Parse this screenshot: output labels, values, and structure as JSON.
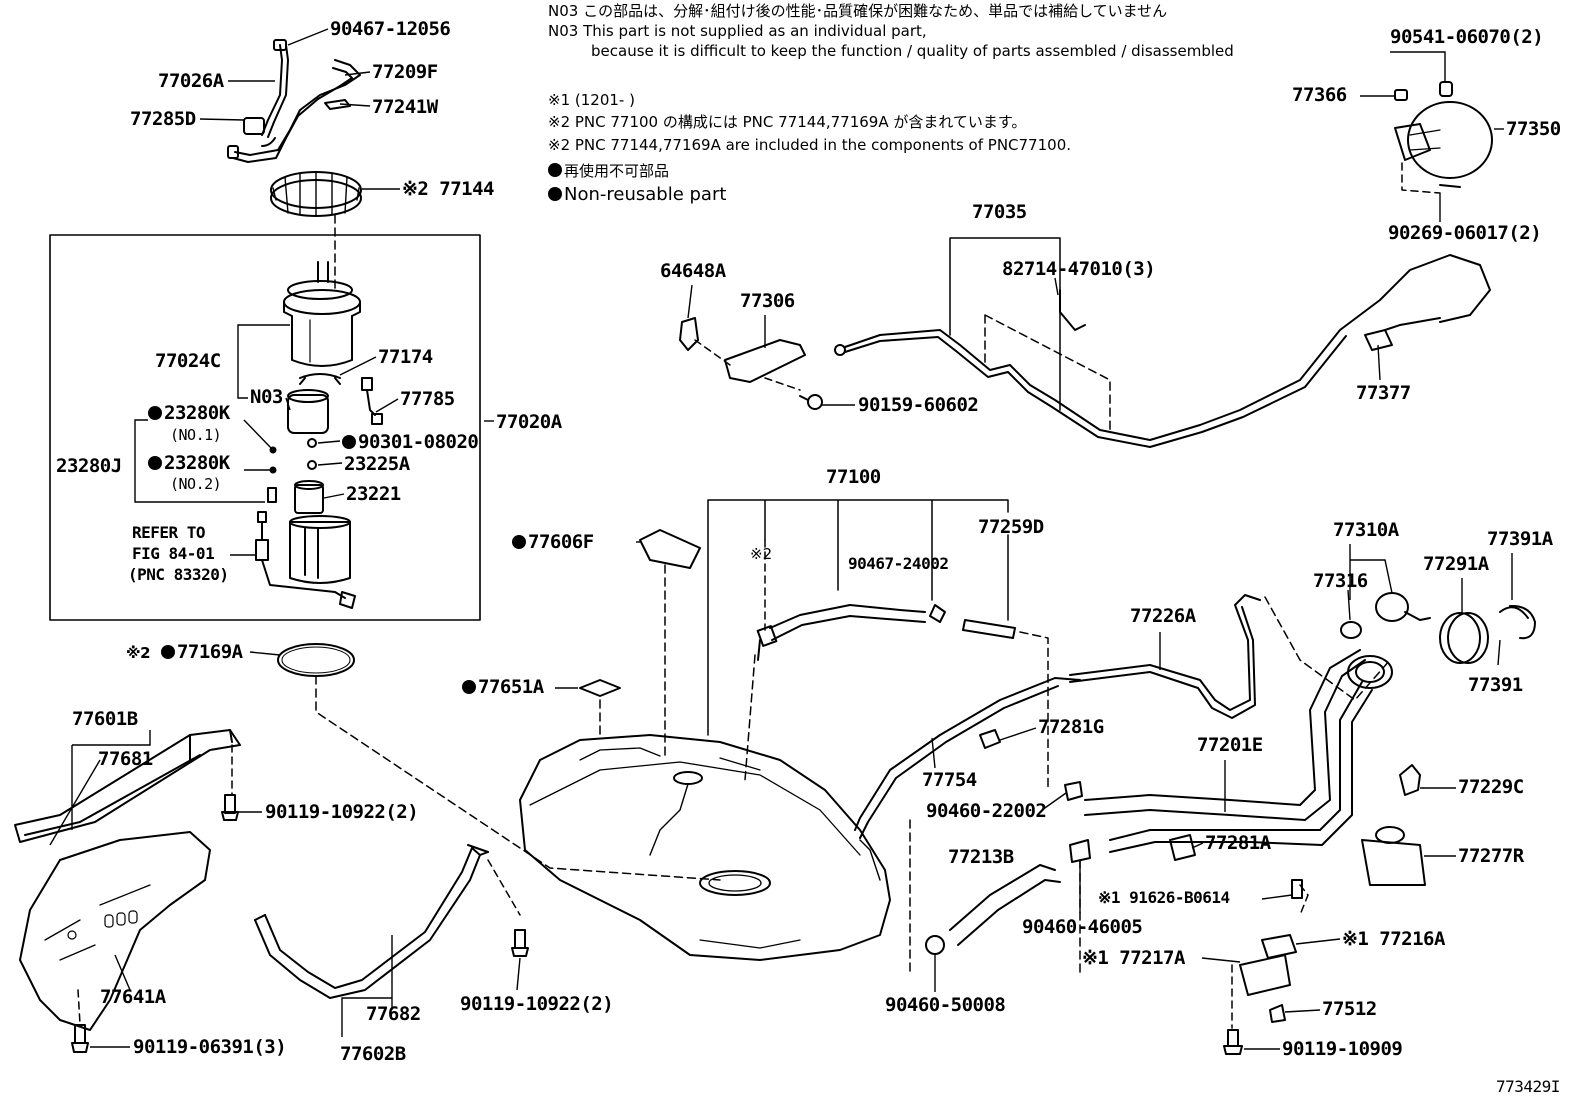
{
  "notes": {
    "n03_jp": "N03 この部品は、分解･組付け後の性能･品質確保が困難なため、単品では補給していません",
    "n03_en1": "N03 This part is not supplied as an individual part,",
    "n03_en2": "because it is difficult to keep the function / quality of parts assembled / disassembled",
    "n1": "※1 (1201-      )",
    "n2_jp": "※2 PNC 77100 の構成には PNC 77144,77169A が含まれています。",
    "n2_en": "※2 PNC 77144,77169A are included in the components of PNC77100.",
    "nonreuse_jp": "再使用不可部品",
    "nonreuse_en": "Non-reusable part"
  },
  "figure_id": "773429I",
  "refer": {
    "l1": "REFER TO",
    "l2": "FIG 84-01",
    "l3": "(PNC 83320)"
  },
  "labels": {
    "p90467_12056": "90467-12056",
    "p77026A": "77026A",
    "p77209F": "77209F",
    "p77285D": "77285D",
    "p77241W": "77241W",
    "p77144": "※2 77144",
    "p77024C": "77024C",
    "p77174": "77174",
    "pN03": "N03",
    "p77785": "77785",
    "p77020A": "77020A",
    "p23280K1": "23280K",
    "pNO1": "(NO.1)",
    "p90301": "90301-08020",
    "p23280J": "23280J",
    "p23280K2": "23280K",
    "pNO2": "(NO.2)",
    "p23225A": "23225A",
    "p23221": "23221",
    "p77169A": "77169A",
    "p77169A_mark": "※2",
    "p77601B": "77601B",
    "p77681": "77681",
    "p90119_10922a": "90119-10922(2)",
    "p77641A": "77641A",
    "p90119_06391": "90119-06391(3)",
    "p77682": "77682",
    "p77602B": "77602B",
    "p90119_10922b": "90119-10922(2)",
    "p64648A": "64648A",
    "p77306": "77306",
    "p90159": "90159-60602",
    "p77035": "77035",
    "p82714": "82714-47010(3)",
    "p77377": "77377",
    "p90541": "90541-06070(2)",
    "p77366": "77366",
    "p77350": "77350",
    "p90269": "90269-06017(2)",
    "p77100": "77100",
    "p77606F": "77606F",
    "p_mark2": "※2",
    "p90467_24002": "90467-24002",
    "p77259D": "77259D",
    "p77651A": "77651A",
    "p77226A": "77226A",
    "p77310A": "77310A",
    "p77316": "77316",
    "p77291A": "77291A",
    "p77391A": "77391A",
    "p77391": "77391",
    "p77281G": "77281G",
    "p77754": "77754",
    "p77201E": "77201E",
    "p77229C": "77229C",
    "p90460_22002": "90460-22002",
    "p77213B": "77213B",
    "p77281A": "77281A",
    "p77277R": "77277R",
    "p90460_46005": "90460-46005",
    "p91626": "※1 91626-B0614",
    "p77216A": "※1 77216A",
    "p77217A": "※1 77217A",
    "p90460_50008": "90460-50008",
    "p77512": "77512",
    "p90119_10909": "90119-10909"
  }
}
